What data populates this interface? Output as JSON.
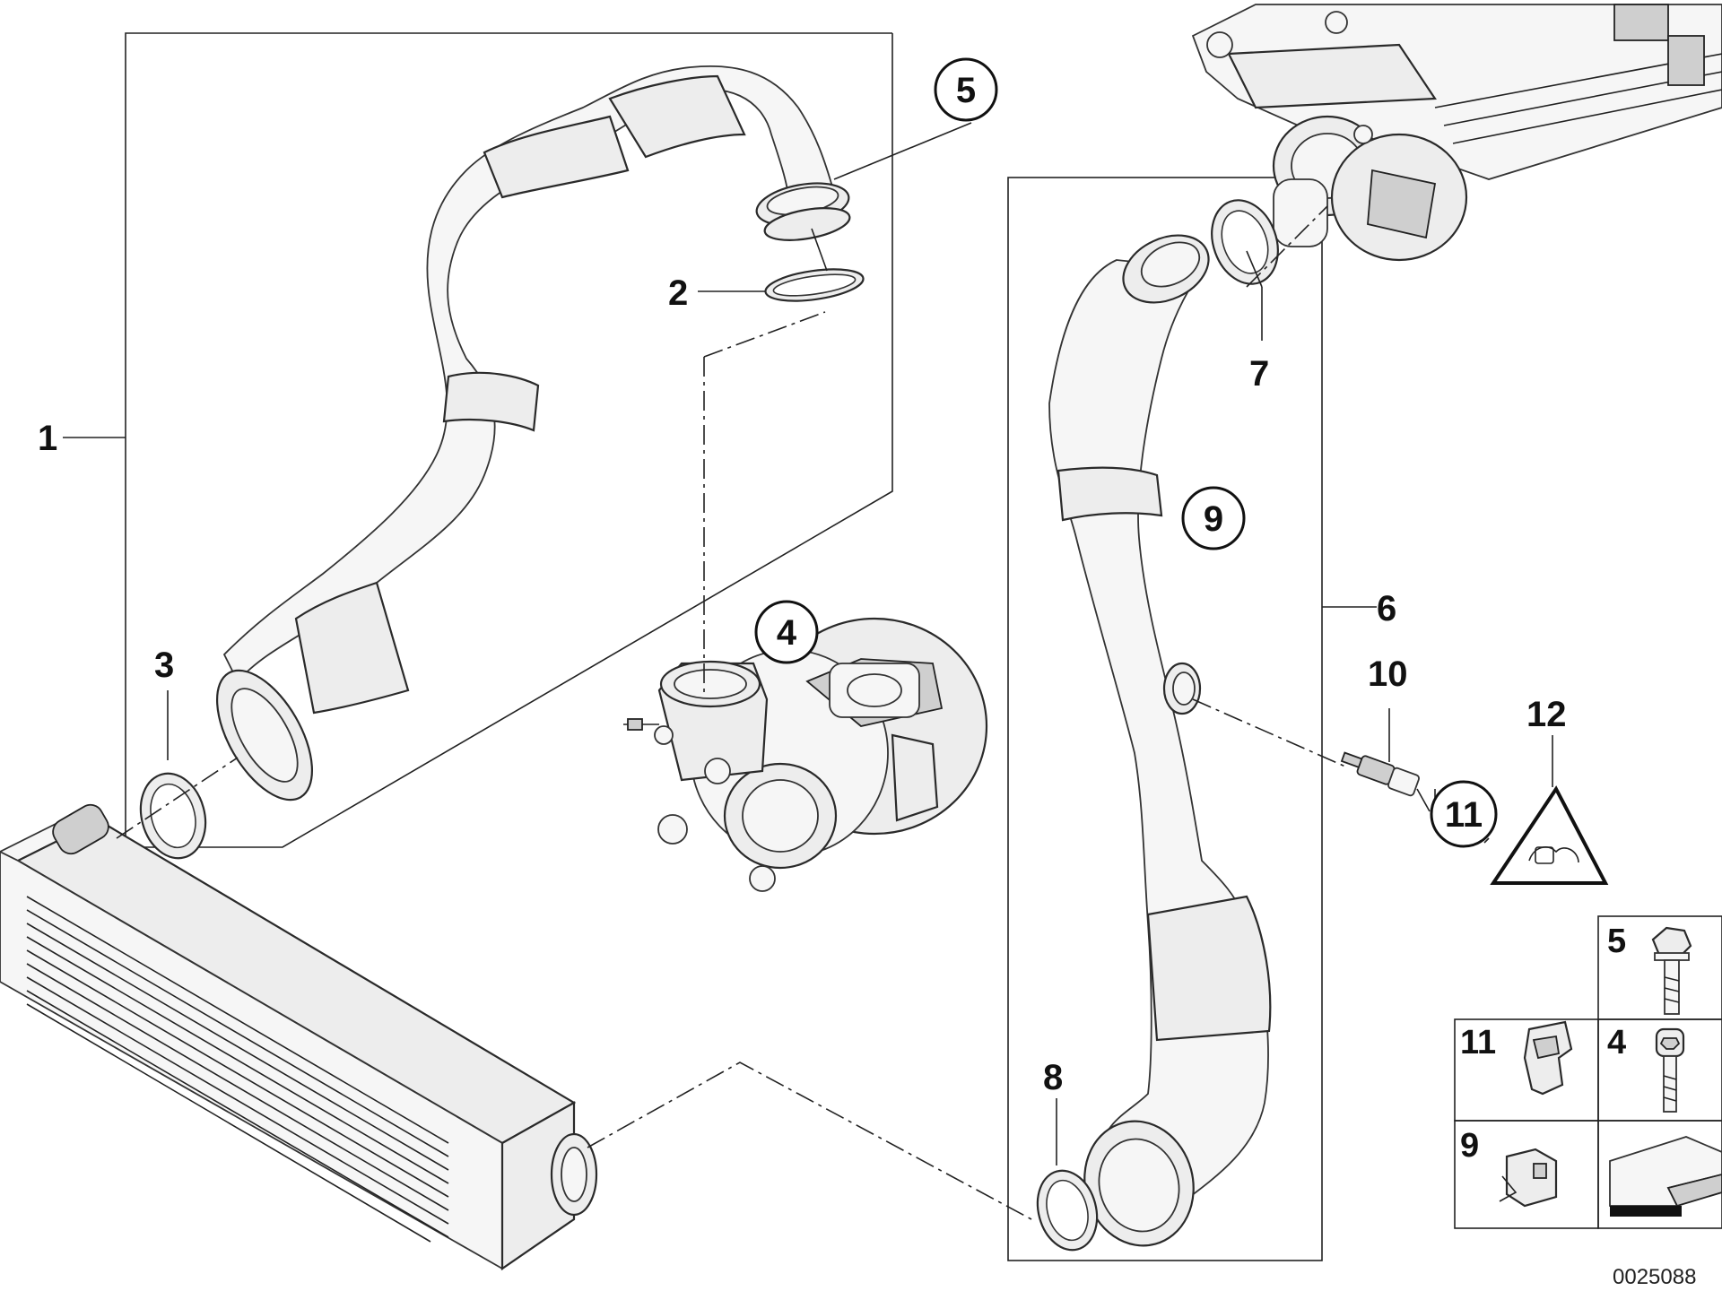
{
  "callouts": {
    "c1": "1",
    "c2": "2",
    "c3": "3",
    "c4": "4",
    "c5": "5",
    "c6": "6",
    "c7": "7",
    "c8": "8",
    "c9": "9",
    "c10": "10",
    "c11": "11",
    "c12": "12"
  },
  "legend": {
    "l5": "5",
    "l11": "11",
    "l4": "4",
    "l9": "9"
  },
  "part_number": "0025088"
}
